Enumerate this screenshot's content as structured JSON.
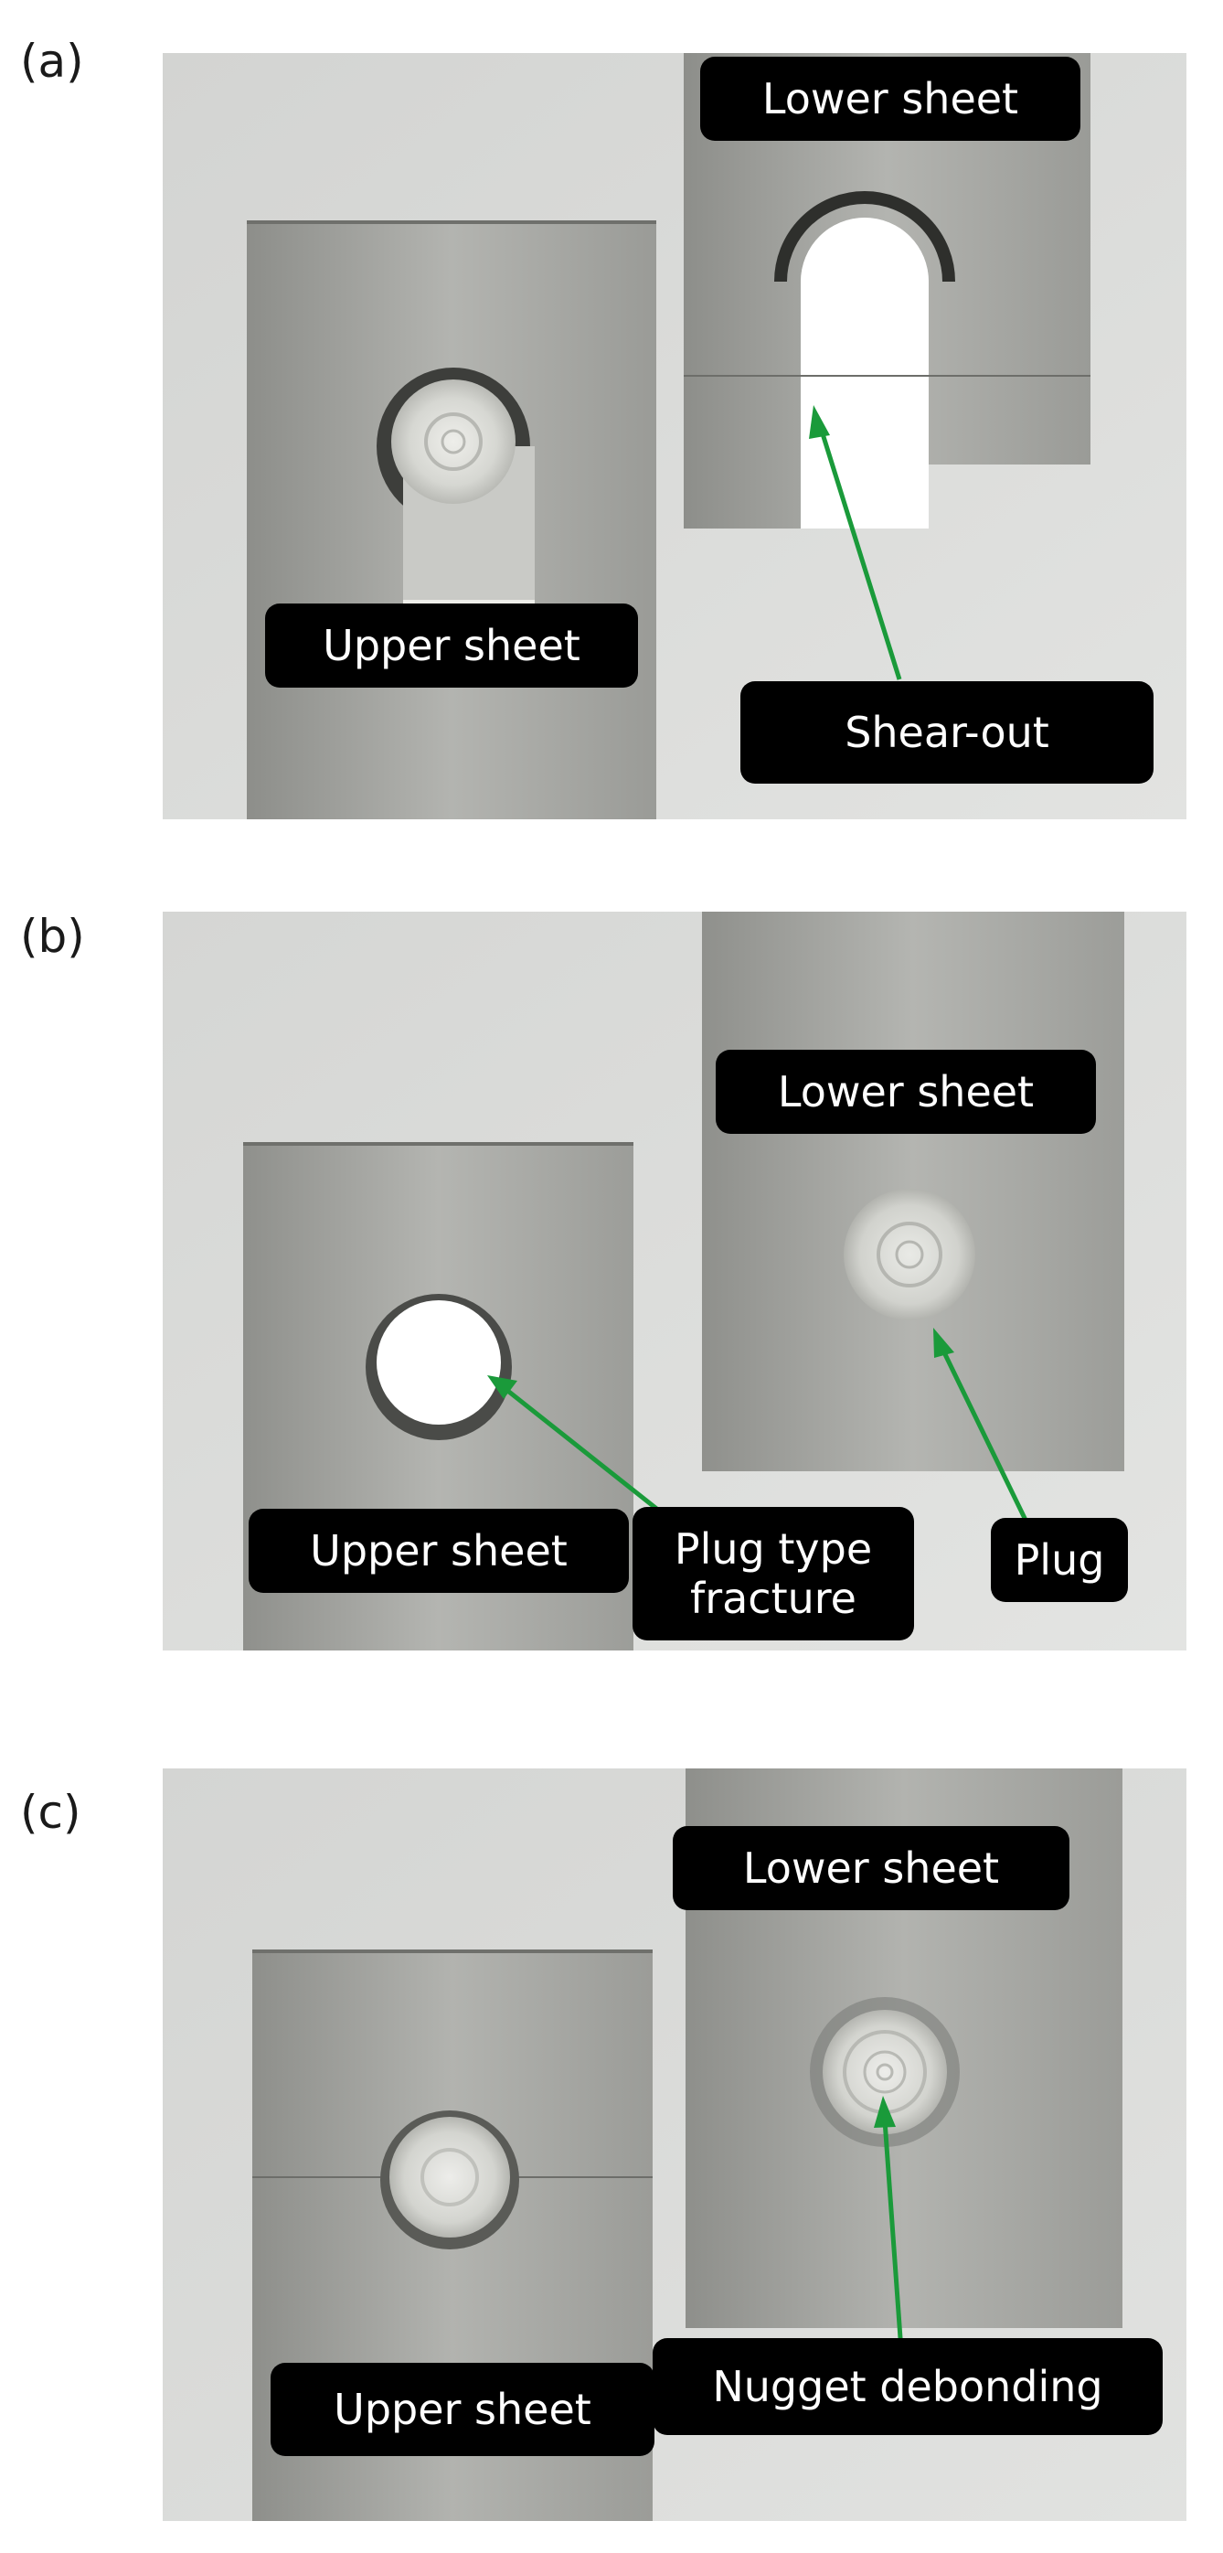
{
  "figure": {
    "panels": [
      {
        "id": "a",
        "letter": "(a)",
        "labels": {
          "lower": "Lower  sheet",
          "upper": "Upper  sheet",
          "callout": "Shear-out"
        }
      },
      {
        "id": "b",
        "letter": "(b)",
        "labels": {
          "lower": "Lower  sheet",
          "upper": "Upper  sheet",
          "callout": "Plug type\nfracture",
          "callout2": "Plug"
        }
      },
      {
        "id": "c",
        "letter": "(c)",
        "labels": {
          "lower": "Lower  sheet",
          "upper": "Upper  sheet",
          "callout": "Nugget debonding"
        }
      }
    ],
    "colors": {
      "background": "#dadbda",
      "metal": "#a6a7a3",
      "arrow": "#1a9a3a",
      "label_bg": "#000000",
      "label_text": "#ffffff"
    }
  }
}
